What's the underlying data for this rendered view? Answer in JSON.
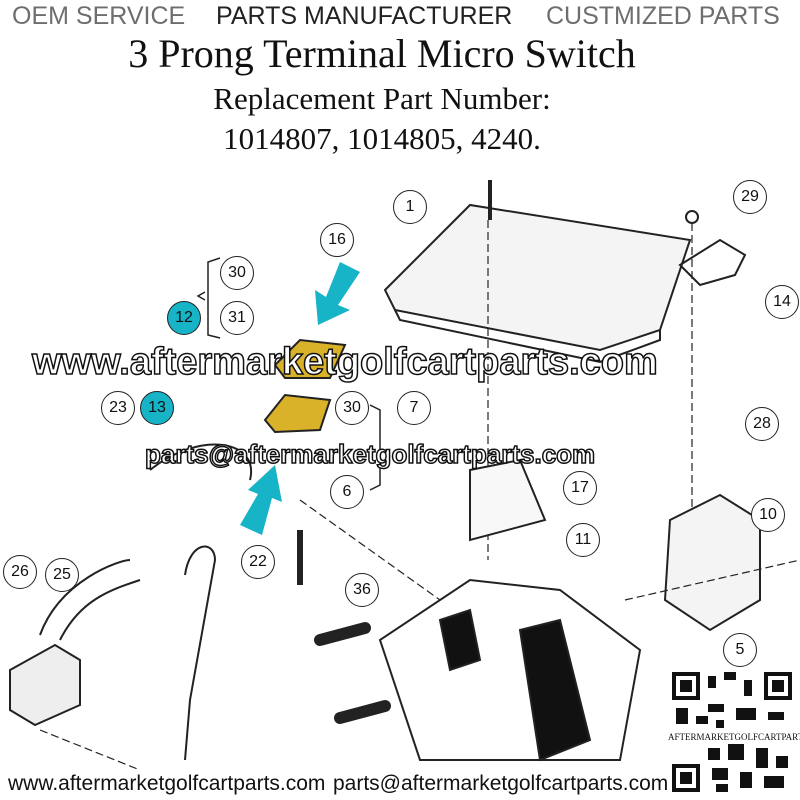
{
  "banner": {
    "left": "OEM SERVICE",
    "middle": "PARTS MANUFACTURER",
    "right": "CUSTMIZED PARTS"
  },
  "title": "3 Prong Terminal Micro Switch",
  "subtitle": "Replacement Part Number:",
  "part_numbers": "1014807, 1014805, 4240.",
  "watermark": {
    "url": "www.aftermarketgolfcartparts.com",
    "email": "parts@aftermarketgolfcartparts.com"
  },
  "callouts": [
    "1",
    "29",
    "16",
    "14",
    "30",
    "31",
    "12",
    "13",
    "7",
    "23",
    "30",
    "6",
    "28",
    "17",
    "10",
    "11",
    "22",
    "26",
    "25",
    "36",
    "5"
  ],
  "highlight_color": "#17b3c6",
  "qr_caption": "AFTERMARKETGOLFCARTPARTS",
  "footer": {
    "url": "www.aftermarketgolfcartparts.com",
    "email": "parts@aftermarketgolfcartparts.com"
  }
}
